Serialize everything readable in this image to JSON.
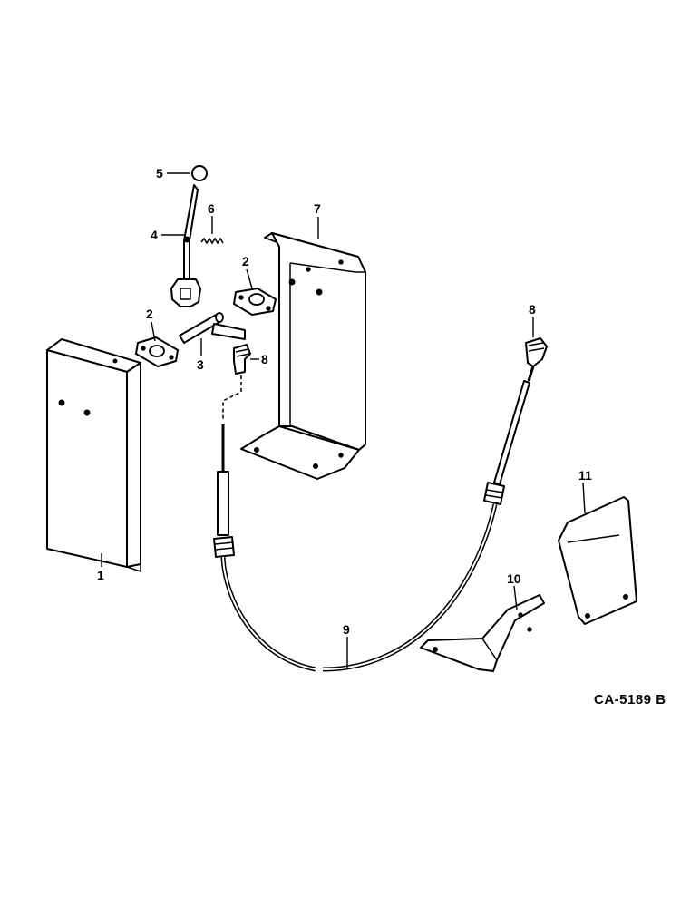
{
  "diagram": {
    "callouts": {
      "panel_left": "1",
      "bracket_left": "2",
      "bracket_right": "2",
      "shaft": "3",
      "lever_rod": "4",
      "knob": "5",
      "spring": "6",
      "box_panel": "7",
      "fitting_center": "8",
      "fitting_right": "8",
      "cable": "9",
      "angle_bracket": "10",
      "shield": "11"
    },
    "drawing_code": "CA-5189 B"
  }
}
